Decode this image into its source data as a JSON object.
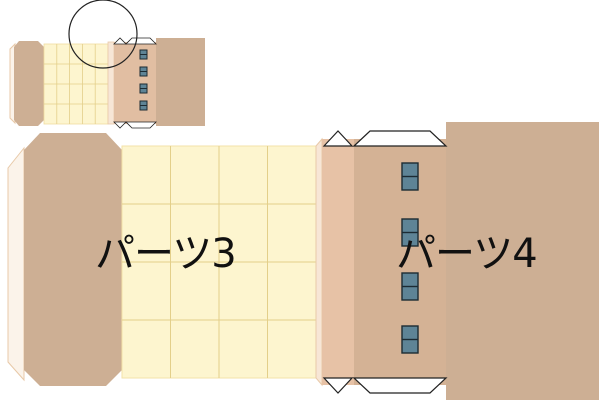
{
  "sheet": {
    "part_labels": {
      "part3": "パーツ3",
      "part4": "パーツ4"
    },
    "preview": {
      "tile_columns": 5,
      "tile_rows": 4,
      "window_count": 4
    },
    "main": {
      "tile_columns": 4,
      "tile_rows": 4,
      "window_count": 4
    }
  },
  "colors": {
    "floor_cream": "#fdf5cf",
    "grid_line": "#e3cf8a",
    "wall_brown": "#cdaf94",
    "wall_light": "#e7c2a6",
    "flap_light": "#f7e6d6",
    "outline": "#d9c9b0",
    "window_glass": "#5e8496",
    "window_frame": "#1c2b33",
    "roof_tab_fill": "#ffffff",
    "roof_tab_line": "#222222",
    "magnifier_ring": "#222222",
    "label_text": "#111111"
  },
  "icons": {
    "magnifier": "magnifier-circle-icon",
    "window": "window-icon",
    "fold_tab": "fold-tab-icon"
  }
}
